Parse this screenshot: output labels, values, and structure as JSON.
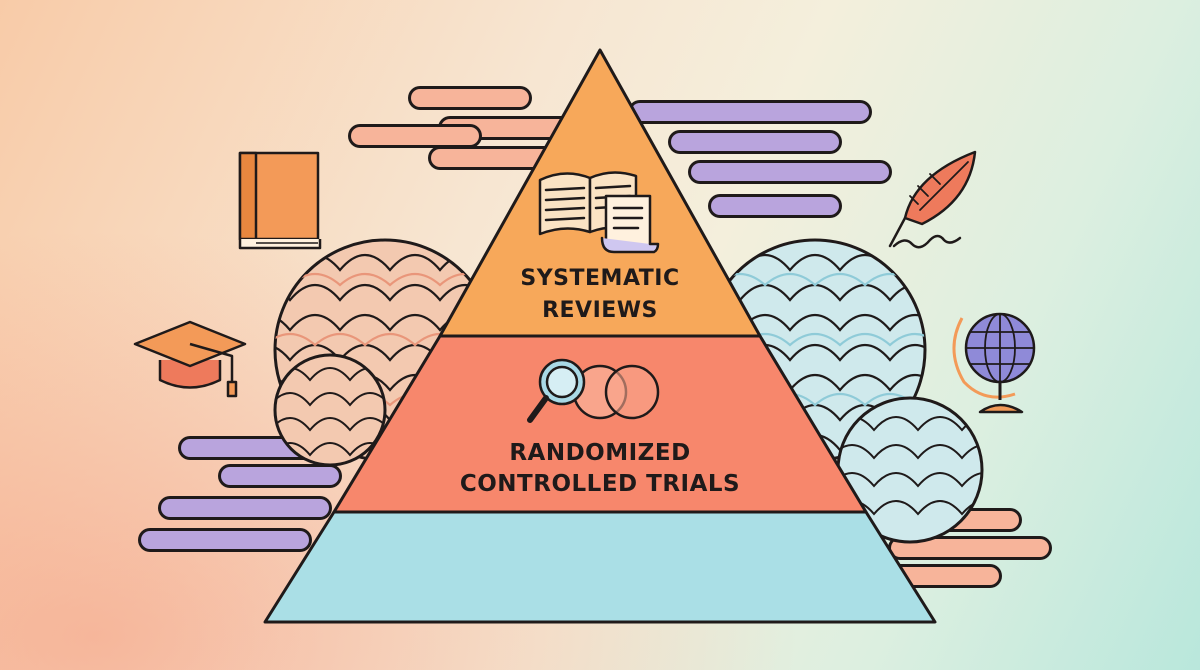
{
  "pyramid": {
    "tiers": [
      {
        "line1": "SYSTEMATIC",
        "line2": "REVIEWS",
        "color": "#f7a85a"
      },
      {
        "line1": "RANDOMIZED",
        "line2": "CONTROLLED TRIALS",
        "color": "#f7876c"
      },
      {
        "line1": "",
        "line2": "",
        "color": "#aadfe6"
      }
    ]
  },
  "colors": {
    "outline": "#1f1a1a",
    "cloud_peach": "#f7b49a",
    "cloud_lavender": "#b9a4dd",
    "wave_peach": "#e9967a",
    "wave_blue": "#8fcbd8",
    "accent_orange": "#f39a58",
    "accent_coral": "#ee7a5c",
    "globe_purple": "#8f8ad8"
  },
  "icons": {
    "top_tier": "open-book-and-scroll-icon",
    "middle_tier": "magnifier-venn-icon",
    "decor": [
      "closed-book-icon",
      "graduation-cap-icon",
      "quill-icon",
      "globe-icon"
    ]
  }
}
